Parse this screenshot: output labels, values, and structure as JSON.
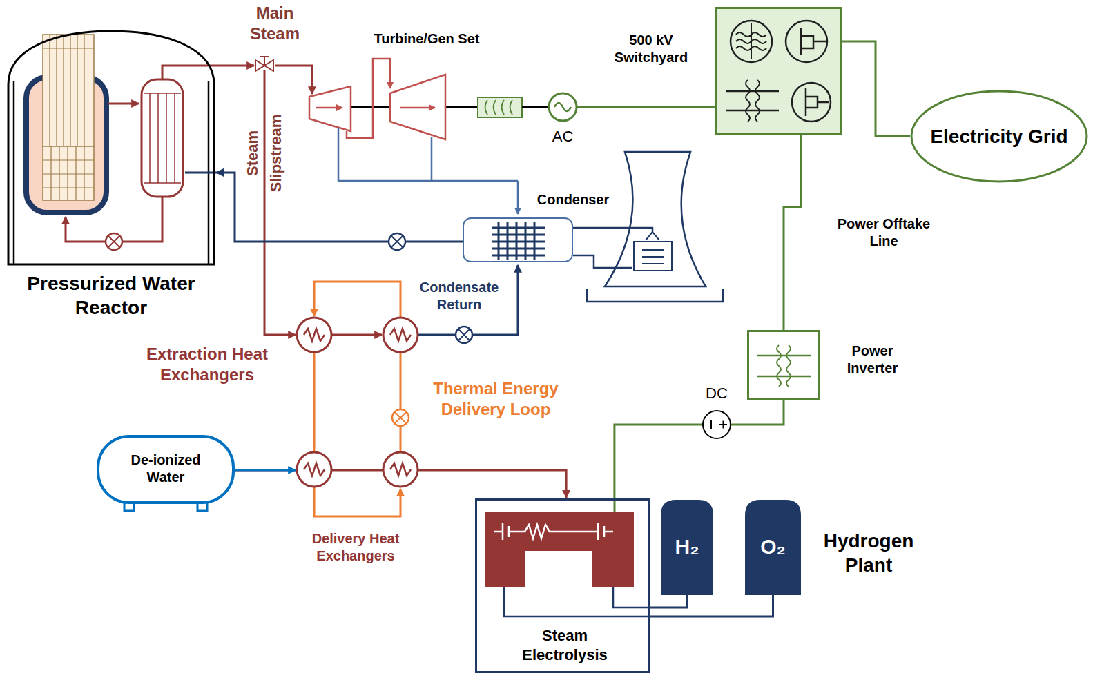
{
  "diagram": {
    "nodes": [
      {
        "text": [
          "Pressurized Water Reactor"
        ]
      },
      {
        "text": [
          "Condenser"
        ]
      },
      {
        "text": [
          "500 kV Switchyard"
        ]
      },
      {
        "text": [
          "Electricity Grid"
        ]
      },
      {
        "text": [
          "Power Inverter"
        ]
      },
      {
        "text": [
          "De-ionized Water"
        ]
      },
      {
        "text": [
          "Steam Electrolysis"
        ]
      },
      {
        "text": [
          "H₂"
        ]
      },
      {
        "text": [
          "O₂"
        ]
      }
    ],
    "edges": [
      {
        "from": 1,
        "to": 0,
        "arrow": "to"
      },
      {
        "from": 2,
        "to": 3,
        "arrow": "none"
      },
      {
        "from": 2,
        "to": 4,
        "arrow": "none",
        "label": "Power Offtake Line"
      },
      {
        "from": 4,
        "to": 6,
        "arrow": "none"
      },
      {
        "from": 5,
        "to": 6,
        "arrow": "to"
      },
      {
        "from": 6,
        "to": 7,
        "arrow": "none"
      },
      {
        "from": 6,
        "to": 8,
        "arrow": "none"
      }
    ],
    "labels": [
      "Main Steam",
      "Turbine/Gen Set",
      "AC",
      "Steam Slipstream",
      "Condensate Return",
      "Extraction Heat Exchangers",
      "Thermal Energy Delivery Loop",
      "Delivery Heat Exchangers",
      "DC",
      "Hydrogen Plant"
    ]
  }
}
